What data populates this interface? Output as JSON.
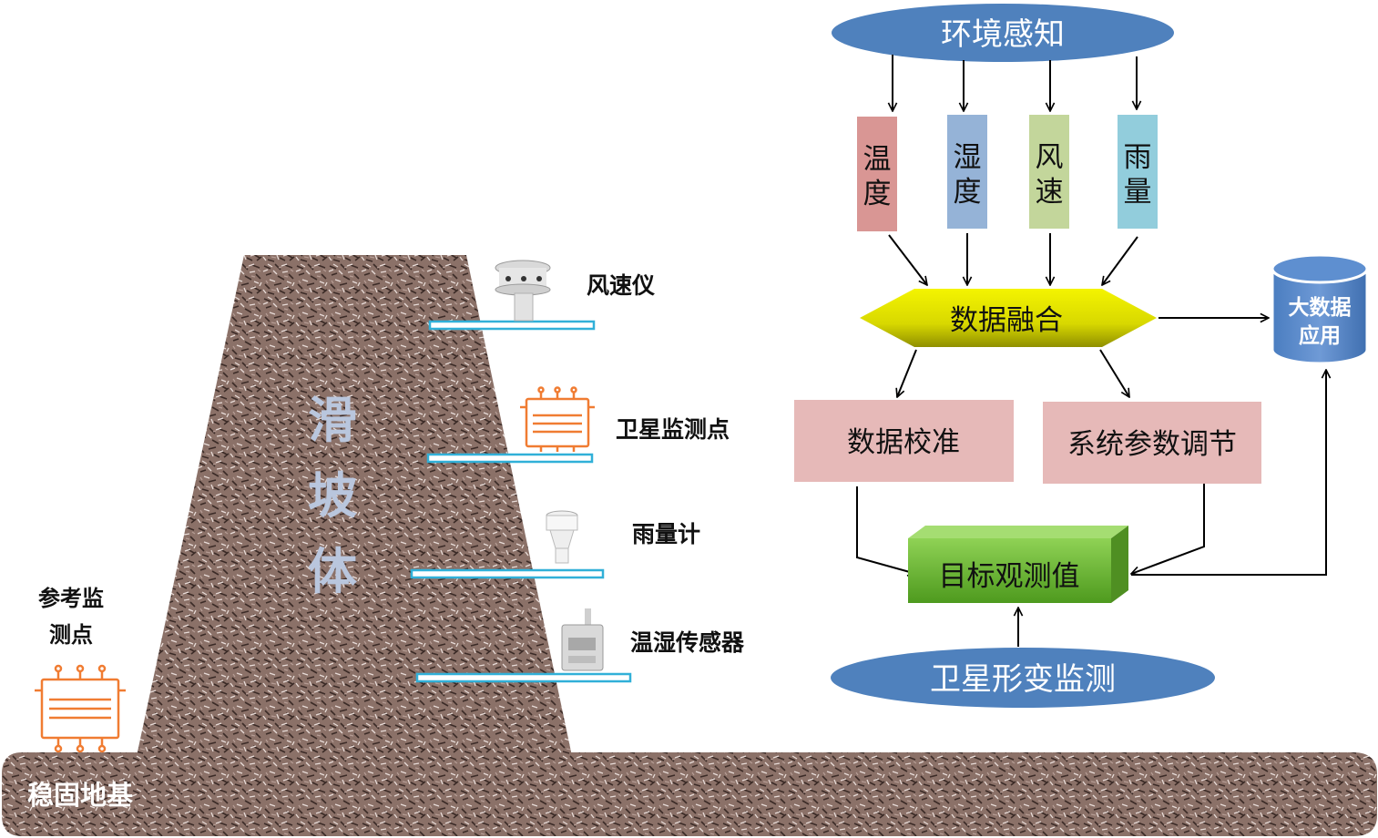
{
  "slope": {
    "label_chars": [
      "滑",
      "坡",
      "体"
    ],
    "ground_label": "稳固地基"
  },
  "reference_point": {
    "label_line1": "参考监",
    "label_line2": "测点"
  },
  "sensors": [
    {
      "label": "风速仪"
    },
    {
      "label": "卫星监测点"
    },
    {
      "label": "雨量计"
    },
    {
      "label": "温湿传感器"
    }
  ],
  "flow": {
    "env_title": "环境感知",
    "params": [
      {
        "line1": "温",
        "line2": "度",
        "color": "#d99694"
      },
      {
        "line1": "湿",
        "line2": "度",
        "color": "#95b3d7"
      },
      {
        "line1": "风",
        "line2": "速",
        "color": "#c3d69b"
      },
      {
        "line1": "雨",
        "line2": "量",
        "color": "#92cddc"
      }
    ],
    "fusion": "数据融合",
    "bigdata_line1": "大数据",
    "bigdata_line2": "应用",
    "calibrate": "数据校准",
    "param_adjust": "系统参数调节",
    "target": "目标观测值",
    "satellite": "卫星形变监测"
  },
  "colors": {
    "ellipse": "#4f81bd",
    "pink_box": "#e6b9b8",
    "sensor_bar": "#31b0d8",
    "satellite_icon": "#f07c32",
    "fusion": "#e0e000",
    "target": "#7ab648"
  }
}
